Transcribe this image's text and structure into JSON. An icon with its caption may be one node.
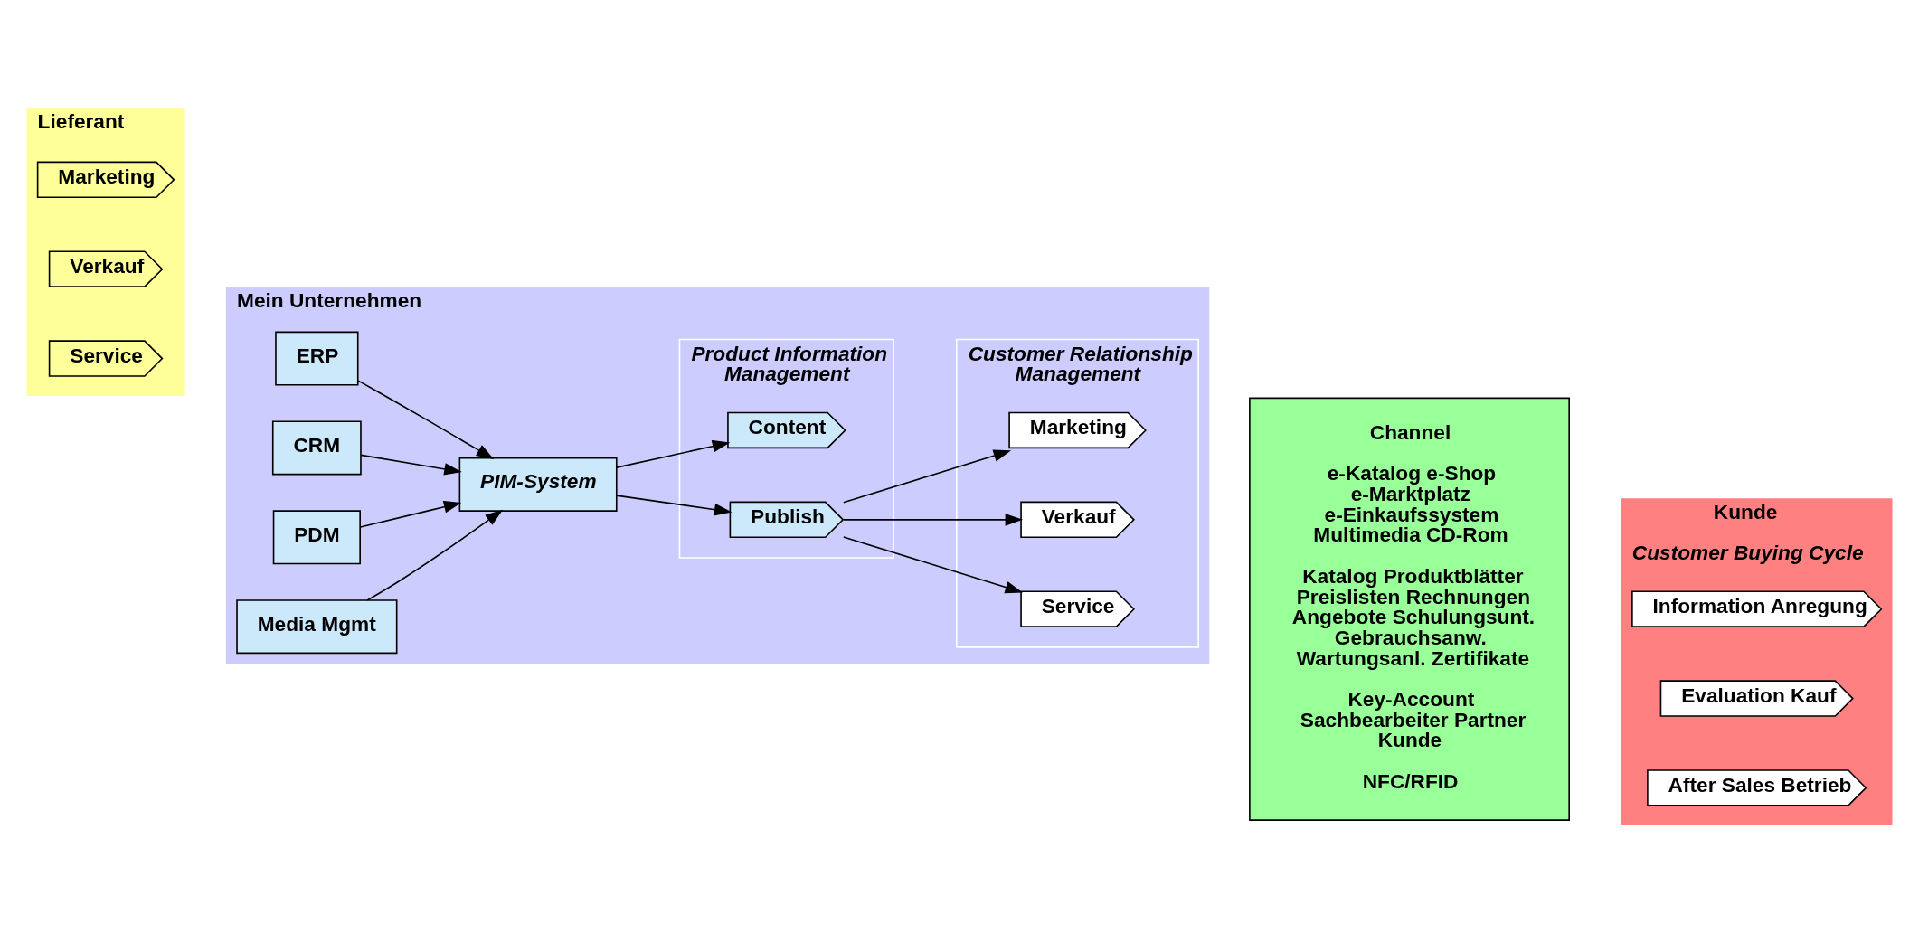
{
  "diagram": {
    "nodes": [
      {
        "text": [
          "Lieferant"
        ]
      },
      {
        "text": [
          "Marketing"
        ],
        "in": 0
      },
      {
        "text": [
          "Verkauf"
        ],
        "in": 0
      },
      {
        "text": [
          "Service"
        ],
        "in": 0
      },
      {
        "text": [
          "Mein Unternehmen"
        ]
      },
      {
        "text": [
          "ERP"
        ],
        "in": 4
      },
      {
        "text": [
          "CRM"
        ],
        "in": 4
      },
      {
        "text": [
          "PDM"
        ],
        "in": 4
      },
      {
        "text": [
          "Media Mgmt"
        ],
        "in": 4
      },
      {
        "text": [
          "PIM-System"
        ],
        "in": 4
      },
      {
        "text": [
          "Product Information Management"
        ],
        "in": 4
      },
      {
        "text": [
          "Content"
        ],
        "in": 10
      },
      {
        "text": [
          "Publish"
        ],
        "in": 10
      },
      {
        "text": [
          "Customer Relationship Management"
        ],
        "in": 4
      },
      {
        "text": [
          "Marketing"
        ],
        "in": 13
      },
      {
        "text": [
          "Verkauf"
        ],
        "in": 13
      },
      {
        "text": [
          "Service"
        ],
        "in": 13
      },
      {
        "text": [
          "Channel",
          "e-Katalog e-Shop e-Marktplatz e-Einkaufssystem Multimedia CD-Rom",
          "Katalog Produktblätter Preislisten Rechnungen Angebote Schulungsunt. Gebrauchsanw. Wartungsanl. Zertifikate",
          "Key-Account Sachbearbeiter Partner Kunde",
          "NFC/RFID"
        ]
      },
      {
        "text": [
          "Kunde",
          "Customer Buying Cycle"
        ]
      },
      {
        "text": [
          "Information Anregung"
        ],
        "in": 18
      },
      {
        "text": [
          "Evaluation Kauf"
        ],
        "in": 18
      },
      {
        "text": [
          "After Sales Betrieb"
        ],
        "in": 18
      }
    ],
    "edges": [
      {
        "from": 5,
        "to": 9,
        "arrow": "to"
      },
      {
        "from": 6,
        "to": 9,
        "arrow": "to"
      },
      {
        "from": 7,
        "to": 9,
        "arrow": "to"
      },
      {
        "from": 8,
        "to": 9,
        "arrow": "to"
      },
      {
        "from": 9,
        "to": 11,
        "arrow": "to"
      },
      {
        "from": 9,
        "to": 12,
        "arrow": "to"
      },
      {
        "from": 12,
        "to": 14,
        "arrow": "to"
      },
      {
        "from": 12,
        "to": 15,
        "arrow": "to"
      },
      {
        "from": 12,
        "to": 16,
        "arrow": "to"
      }
    ]
  }
}
